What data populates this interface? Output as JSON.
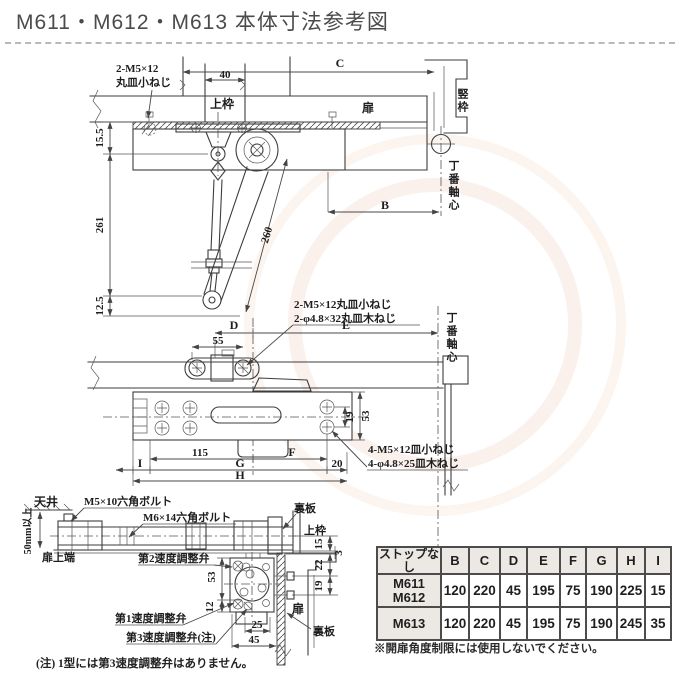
{
  "title": "M611・M612・M613 本体寸法参考図",
  "top": {
    "screw_note": [
      "2-M5×12",
      "丸皿小ねじ"
    ],
    "screw_note2": [
      "2-M5×12丸皿小ねじ",
      "2-φ4.8×32丸皿木ねじ"
    ],
    "labels": {
      "top_frame": "上枠",
      "door": "扉",
      "side_frame": "竪枠",
      "hinge_axis": "丁番軸心"
    },
    "dims": {
      "w40": "40",
      "c": "C",
      "b": "B",
      "h155": "15.5",
      "h261": "261",
      "h125": "12.5",
      "arm260": "260"
    }
  },
  "middle": {
    "screw_note": [
      "4-M5×12皿小ねじ",
      "4-φ4.8×25皿木ねじ"
    ],
    "labels": {
      "hinge_axis": "丁番軸心"
    },
    "dims": {
      "d": "D",
      "e": "E",
      "w55": "55",
      "h19": "19",
      "h53": "53",
      "w115": "115",
      "f": "F",
      "g": "G",
      "h": "H",
      "i": "I",
      "w20": "20"
    }
  },
  "bottom": {
    "labels": {
      "ceiling": "天井",
      "bolt_m5": "M5×10六角ボルト",
      "bolt_m6": "M6×14六角ボルト",
      "backplate_top": "裏板",
      "top_frame": "上枠",
      "door_top_edge": "扉上端",
      "valve2": "第2速度調整弁",
      "valve1": "第1速度調整弁",
      "valve3": "第3速度調整弁(注)",
      "door": "扉",
      "backplate_bottom": "裏板"
    },
    "dims": {
      "min_clearance": "50mm以上",
      "h15": "15",
      "h3": "3",
      "h22": "22",
      "h19": "19",
      "h53": "53",
      "h12": "12",
      "w25": "25",
      "w45": "45"
    }
  },
  "spec_table": {
    "header": [
      "ストップなし",
      "B",
      "C",
      "D",
      "E",
      "F",
      "G",
      "H",
      "I"
    ],
    "rows": [
      {
        "model": [
          "M611",
          "M612"
        ],
        "values": [
          "120",
          "220",
          "45",
          "195",
          "75",
          "190",
          "225",
          "15"
        ]
      },
      {
        "model": [
          "M613"
        ],
        "values": [
          "120",
          "220",
          "45",
          "195",
          "75",
          "190",
          "245",
          "35"
        ]
      }
    ],
    "note": "※開扉角度制限には使用しないでください。"
  },
  "footnote": "(注) 1型には第3速度調整弁はありません。"
}
